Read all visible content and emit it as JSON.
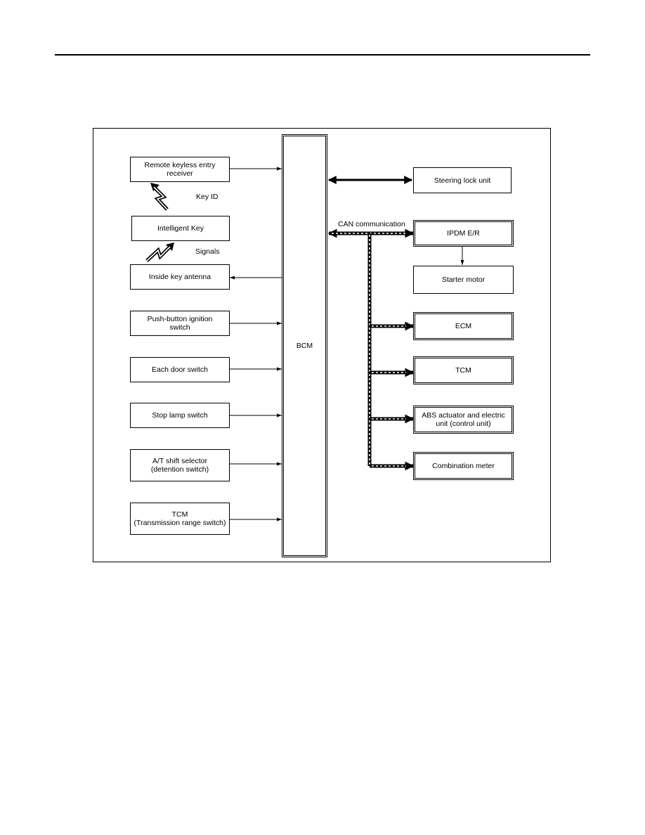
{
  "diagram": {
    "bcm": "BCM",
    "inputs": [
      {
        "id": "remote-keyless-entry-receiver",
        "label": "Remote keyless entry\nreceiver"
      },
      {
        "id": "intelligent-key",
        "label": "Intelligent Key"
      },
      {
        "id": "inside-key-antenna",
        "label": "Inside key antenna"
      },
      {
        "id": "push-button-ignition-switch",
        "label": "Push-button ignition\nswitch"
      },
      {
        "id": "each-door-switch",
        "label": "Each door switch"
      },
      {
        "id": "stop-lamp-switch",
        "label": "Stop lamp switch"
      },
      {
        "id": "at-shift-selector",
        "label": "A/T shift selector\n(detention switch)"
      },
      {
        "id": "tcm-transmission-range-switch",
        "label": "TCM\n(Transmission range switch)"
      }
    ],
    "outputs": [
      {
        "id": "steering-lock-unit",
        "label": "Steering lock unit"
      },
      {
        "id": "ipdm-er",
        "label": "IPDM E/R"
      },
      {
        "id": "starter-motor",
        "label": "Starter motor"
      },
      {
        "id": "ecm",
        "label": "ECM"
      },
      {
        "id": "tcm",
        "label": "TCM"
      },
      {
        "id": "abs-actuator",
        "label": "ABS actuator and electric\nunit (control unit)"
      },
      {
        "id": "combination-meter",
        "label": "Combination meter"
      }
    ],
    "labels": {
      "key_id": "Key ID",
      "signals": "Signals",
      "can_communication": "CAN communication"
    }
  }
}
